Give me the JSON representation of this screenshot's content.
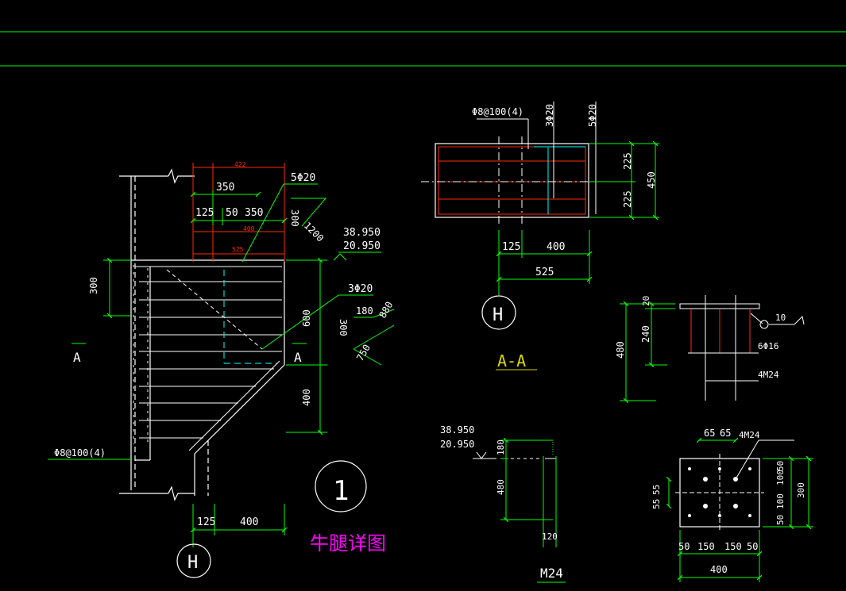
{
  "colors": {
    "background": "#000000",
    "dimension": "#00ff00",
    "outline": "#ffffff",
    "rebar": "#ff2a00",
    "stirrup": "#00ffff",
    "title": "#ff00ff",
    "section_title": "#d8d800"
  },
  "detail1": {
    "title": "牛腿详图",
    "circle_label": "1",
    "axis_label": "H",
    "section_mark_left": "A",
    "section_mark_right": "A",
    "dim_top_red_1": "422",
    "dim_top": "350",
    "dim_mid_1": "125",
    "dim_mid_2": "50",
    "dim_mid_3": "350",
    "dim_red_400": "400",
    "dim_red_525": "525",
    "dim_left_300": "300",
    "dim_right_600": "600",
    "dim_right_400": "400",
    "dim_bottom_125": "125",
    "dim_bottom_400": "400",
    "elev_top": "38.950",
    "elev_bottom": "20.950",
    "rebar_top": "5Φ20",
    "rebar_mid": "3Φ20",
    "stirrup_label": "Φ8@100(4)",
    "bend1_a": "300",
    "bend1_b": "1200",
    "bend2_a": "180",
    "bend2_b": "300",
    "bend2_c": "880",
    "bend2_d": "750"
  },
  "sectionAA": {
    "title": "A-A",
    "axis_label": "H",
    "stirrup_label": "Φ8@100(4)",
    "rebar_a": "3Φ20",
    "rebar_b": "5Φ20",
    "dim_225_top": "225",
    "dim_225_bottom": "225",
    "dim_450": "450",
    "dim_125": "125",
    "dim_400": "400",
    "dim_525": "525"
  },
  "anchor_side": {
    "dim_20": "20",
    "dim_240": "240",
    "dim_480": "480",
    "weld": "10",
    "bar": "6Φ16",
    "bolt": "4M24"
  },
  "bolt_detail": {
    "elev_top": "38.950",
    "elev_bottom": "20.950",
    "dim_180": "180",
    "dim_480": "480",
    "dim_120": "120",
    "label": "M24"
  },
  "plate_plan": {
    "bolt": "4M24",
    "dim_65a": "65",
    "dim_65b": "65",
    "dim_55a": "55",
    "dim_55b": "55",
    "dim_r50a": "50",
    "dim_r100a": "100",
    "dim_r100b": "100",
    "dim_r50b": "50",
    "dim_r300": "300",
    "dim_b50a": "50",
    "dim_b150a": "150",
    "dim_b150b": "150",
    "dim_b50b": "50",
    "dim_b400": "400"
  }
}
